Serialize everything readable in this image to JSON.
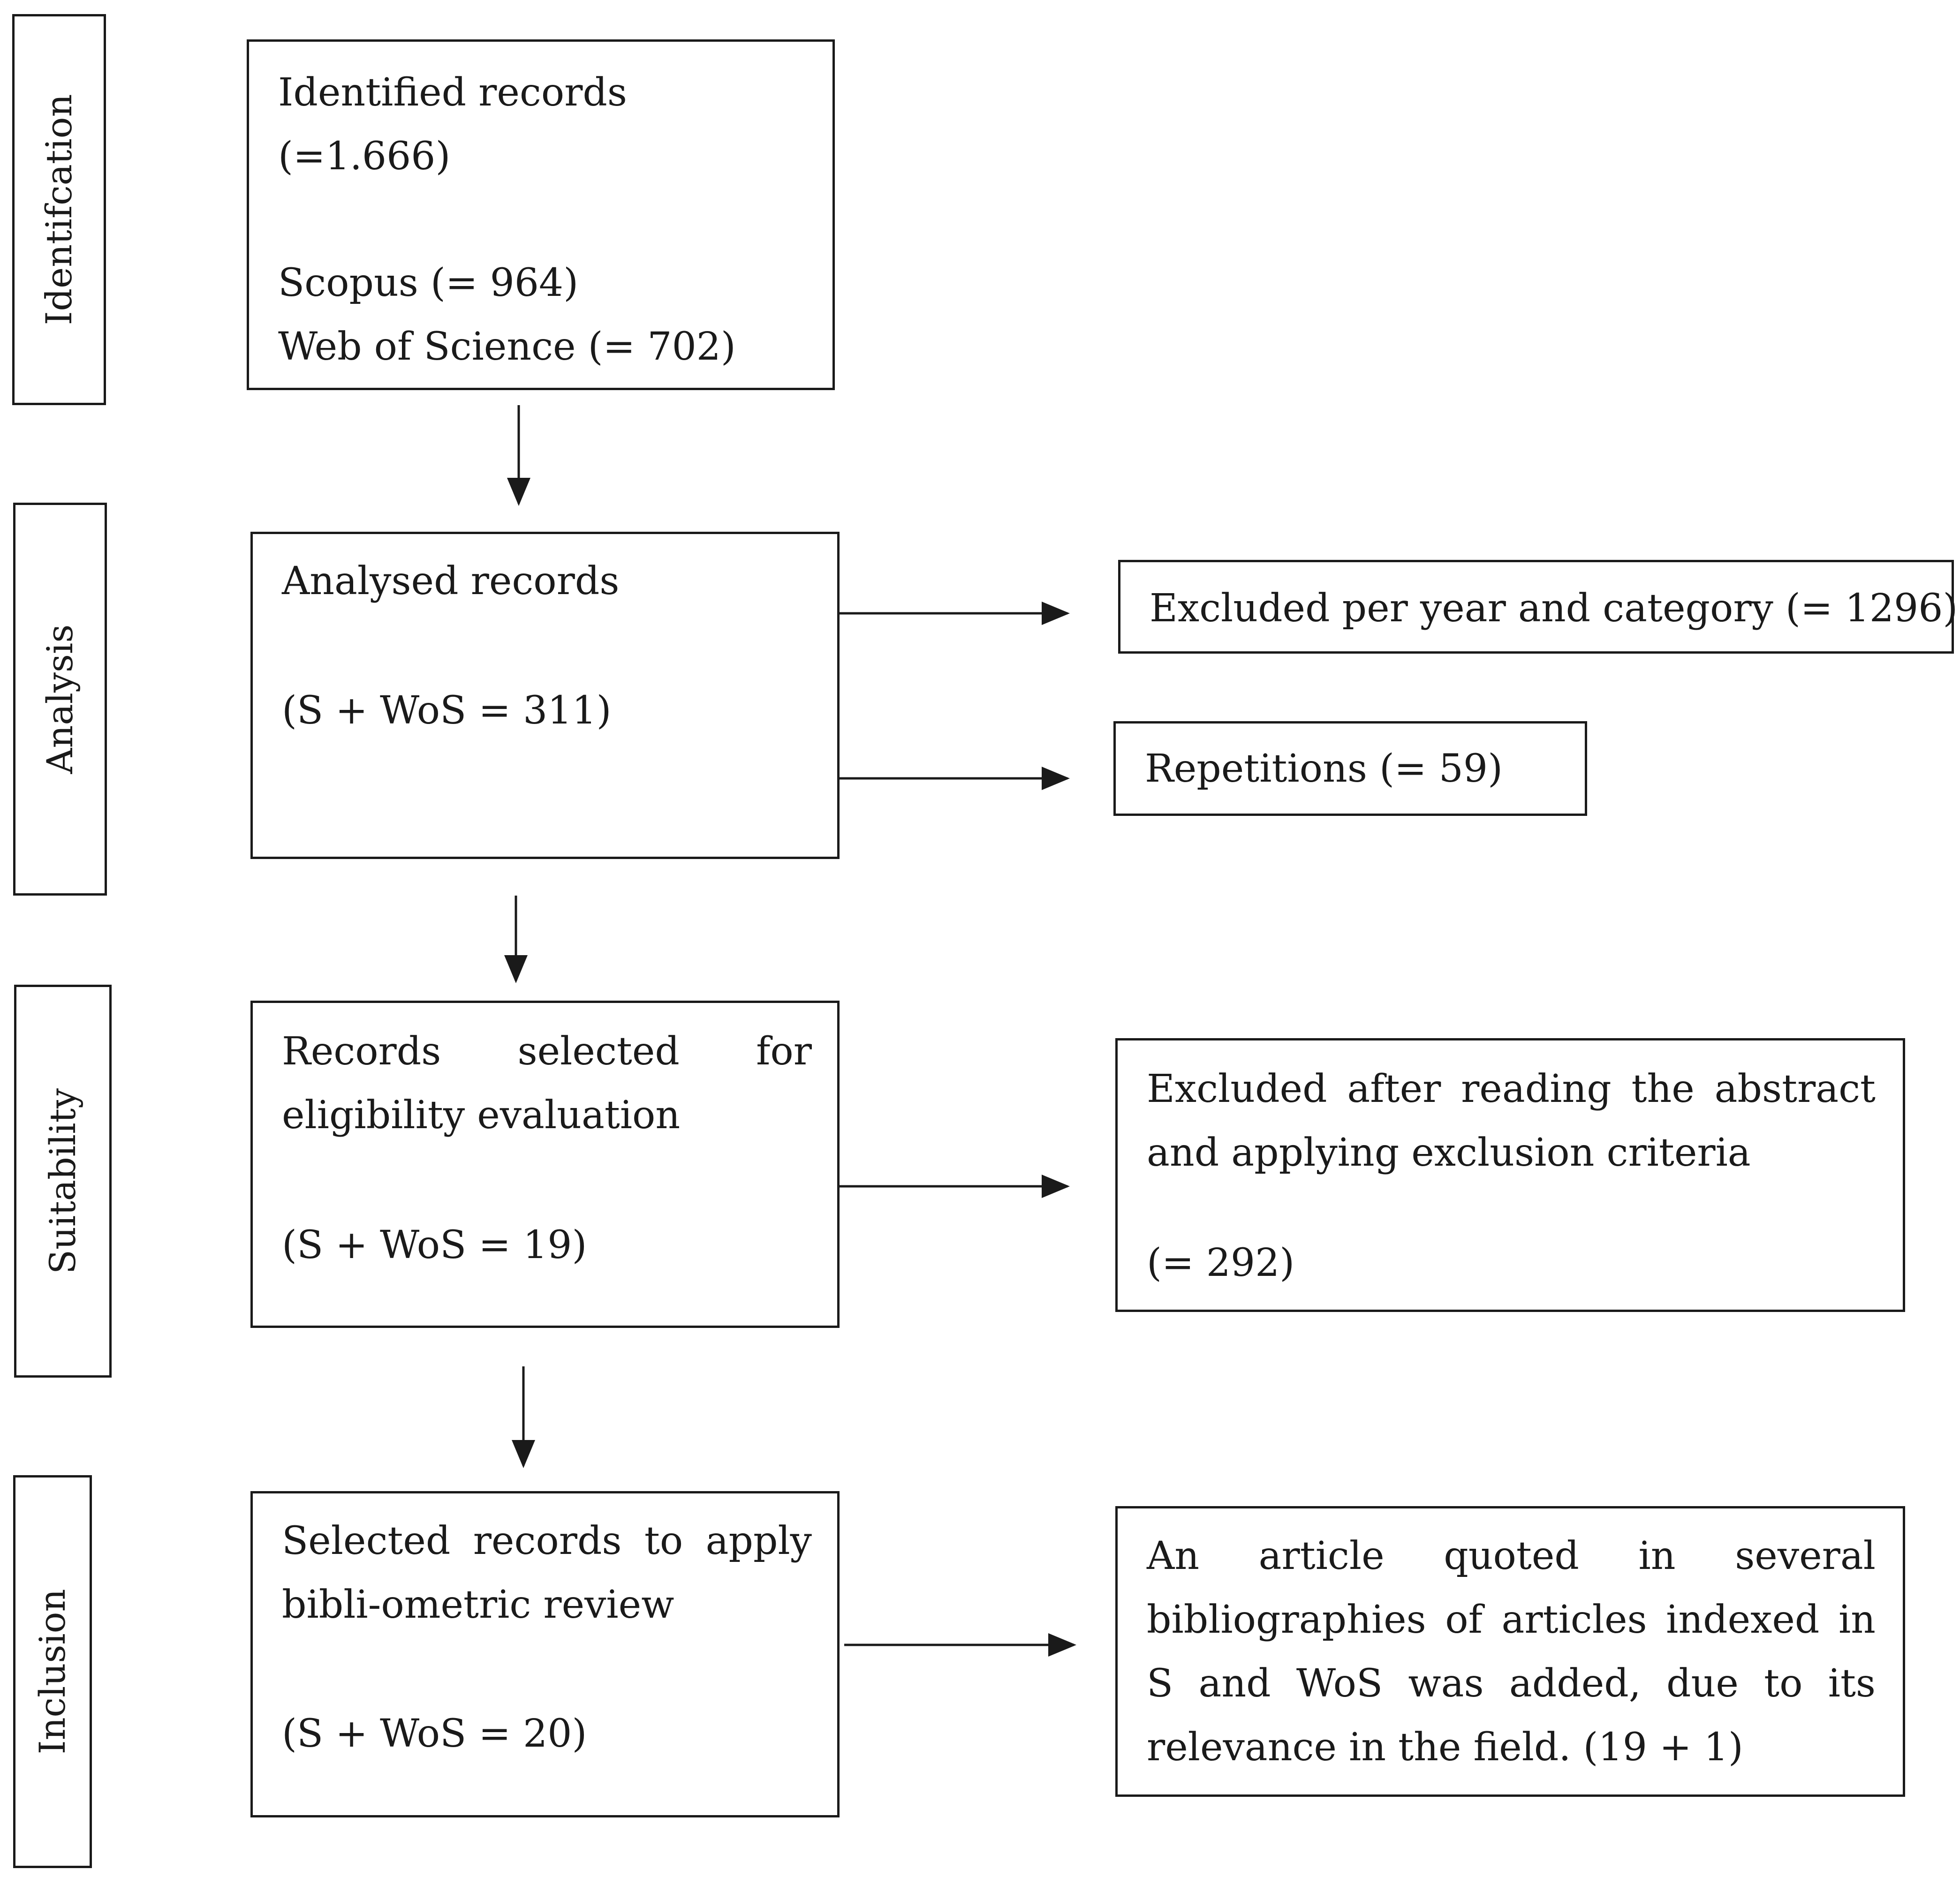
{
  "stages": {
    "identification": "Identifcation",
    "analysis": "Analysis",
    "suitability": "Suitability",
    "inclusion": "Inclusion"
  },
  "identified": {
    "title": "Identified records",
    "total": "(=1.666)",
    "scopus": "Scopus (= 964)",
    "wos": "Web of Science (= 702)"
  },
  "analysed": {
    "title": "Analysed records",
    "count": "(S + WoS = 311)"
  },
  "excluded_year": "Excluded per year and category (= 1296)",
  "repetitions": "Repetitions (= 59)",
  "eligibility": {
    "title": "Records selected for eligibility evaluation",
    "count": "(S + WoS = 19)"
  },
  "excluded_abstract": {
    "text": "Excluded after reading the abstract and applying exclusion criteria",
    "count": "(= 292)"
  },
  "selected": {
    "title": "Selected records to apply bibli-ometric review",
    "count": "(S + WoS = 20)"
  },
  "added_article": "An article quoted in several bibliographies of articles indexed in S and WoS was added, due to its relevance in the field. (19 + 1)"
}
